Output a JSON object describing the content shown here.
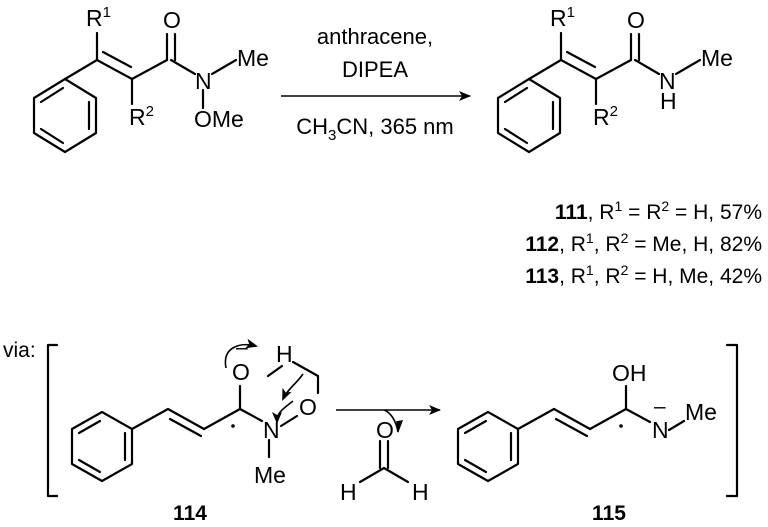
{
  "reaction": {
    "conditions": {
      "above_line1": "anthracene,",
      "above_line2": "DIPEA",
      "below_solvent_main": "CH",
      "below_solvent_sub": "3",
      "below_solvent_rest": "CN, 365 nm"
    },
    "atoms": {
      "R1": "R",
      "R1_sup": "1",
      "R2": "R",
      "R2_sup": "2",
      "O": "O",
      "N": "N",
      "Me": "Me",
      "OMe": "OMe",
      "H": "H",
      "OH": "OH"
    },
    "results": [
      {
        "compound": "111",
        "text_a": ", R",
        "sup_a": "1",
        "text_b": " = R",
        "sup_b": "2",
        "text_c": " = H, 57%"
      },
      {
        "compound": "112",
        "text_a": ", R",
        "sup_a": "1",
        "text_b": ", R",
        "sup_b": "2",
        "text_c": " = Me, H, 82%"
      },
      {
        "compound": "113",
        "text_a": ", R",
        "sup_a": "1",
        "text_b": ", R",
        "sup_b": "2",
        "text_c": " = H, Me, 42%"
      }
    ]
  },
  "mechanism": {
    "via_label": "via:",
    "minus_sign": "–",
    "intermediates": [
      "114",
      "115"
    ]
  }
}
